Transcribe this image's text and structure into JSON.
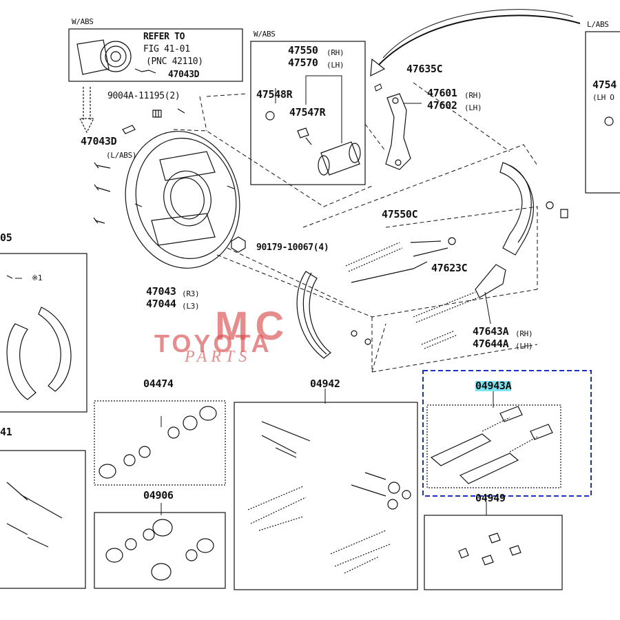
{
  "labels": {
    "wabs_top_left": "W/ABS",
    "refer_to": "REFER TO",
    "fig": "FIG 41-01",
    "pnc": "(PNC 42110)",
    "p47043d_box": "47043D",
    "p9004a": "9004A-11195(2)",
    "p47043d": "47043D",
    "labs_left": "(L/ABS)",
    "wabs_mid": "W/ABS",
    "p47550": "47550",
    "rh_a": "(RH)",
    "p47570": "47570",
    "lh_a": "(LH)",
    "p47548r": "47548R",
    "p47547r": "47547R",
    "p47635c": "47635C",
    "p47601": "47601",
    "rh_b": "(RH)",
    "p47602": "47602",
    "lh_b": "(LH)",
    "labs_right": "L/ABS",
    "p4754_cut": "4754",
    "lh_cut": "(LH O",
    "p47550c": "47550C",
    "p90179": "90179-10067(4)",
    "p47623c": "47623C",
    "p47043": "47043",
    "r3": "(R3)",
    "p47044": "47044",
    "l3": "(L3)",
    "p47643a": "47643A",
    "rh_c": "(RH)",
    "p47644a": "47644A",
    "lh_c": "(LH)",
    "cut_05": "05",
    "star1": "※1",
    "cut_41": "41",
    "p04474": "04474",
    "p04942": "04942",
    "p04943a": "04943A",
    "p04906": "04906",
    "p04949": "04949"
  },
  "watermark": {
    "line1": "MC",
    "line2": "TOYOTA",
    "line3": "PARTS"
  },
  "colors": {
    "ink": "#111111",
    "highlight": "#7fe3f0",
    "selection_box": "#1a2fc7",
    "watermark": "#d64646"
  }
}
